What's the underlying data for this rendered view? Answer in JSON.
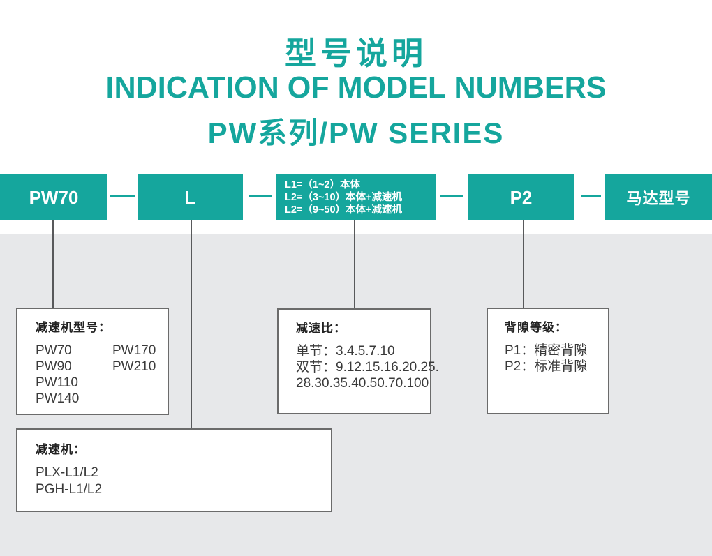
{
  "title": {
    "line1_cn": "型号说明",
    "line2_en": "INDICATION OF MODEL NUMBERS",
    "line3_series": "PW系列/PW SERIES"
  },
  "colors": {
    "teal": "#15A69D",
    "page_bg": "#FFFFFF",
    "panel_bg": "#E7E8EA",
    "connector": "#58595B",
    "box_border": "#6B6B6B",
    "text": "#3A3A3A",
    "title_text": "#222222"
  },
  "model_row": {
    "series_box": "PW70",
    "stage_box": "L",
    "ratio_note_lines": [
      "L1=（1~2）本体",
      "L2=（3~10）本体+减速机",
      "L2=（9~50）本体+减速机"
    ],
    "backlash_box": "P2",
    "motor_box": "马达型号"
  },
  "detail_boxes": {
    "model_numbers": {
      "title": "减速机型号：",
      "col1": [
        "PW70",
        "PW90",
        "PW110",
        "PW140"
      ],
      "col2": [
        "PW170",
        "PW210"
      ]
    },
    "ratios": {
      "title": "减速比：",
      "lines": [
        "单节：3.4.5.7.10",
        "双节：9.12.15.16.20.25.",
        "28.30.35.40.50.70.100"
      ]
    },
    "backlash": {
      "title": "背隙等级：",
      "lines": [
        "P1：精密背隙",
        "P2：标准背隙"
      ]
    },
    "reducers": {
      "title": "减速机：",
      "lines": [
        "PLX-L1/L2",
        "PGH-L1/L2"
      ]
    }
  }
}
